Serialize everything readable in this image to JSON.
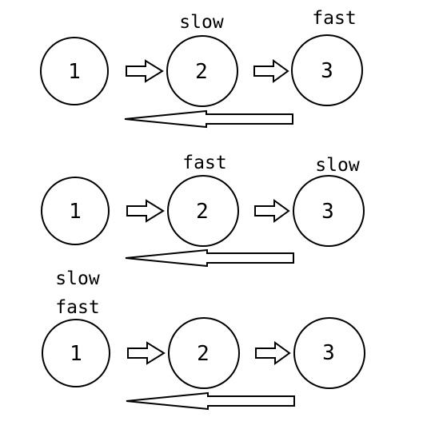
{
  "diagram": {
    "rows": [
      {
        "nodes": [
          "1",
          "2",
          "3"
        ],
        "pointers": [
          {
            "label": "slow",
            "node": 1
          },
          {
            "label": "fast",
            "node": 2
          }
        ]
      },
      {
        "nodes": [
          "1",
          "2",
          "3"
        ],
        "pointers": [
          {
            "label": "fast",
            "node": 1
          },
          {
            "label": "slow",
            "node": 2
          }
        ]
      },
      {
        "nodes": [
          "1",
          "2",
          "3"
        ],
        "pointers": [
          {
            "label": "slow",
            "node": 0
          },
          {
            "label": "fast",
            "node": 0
          }
        ]
      }
    ]
  }
}
